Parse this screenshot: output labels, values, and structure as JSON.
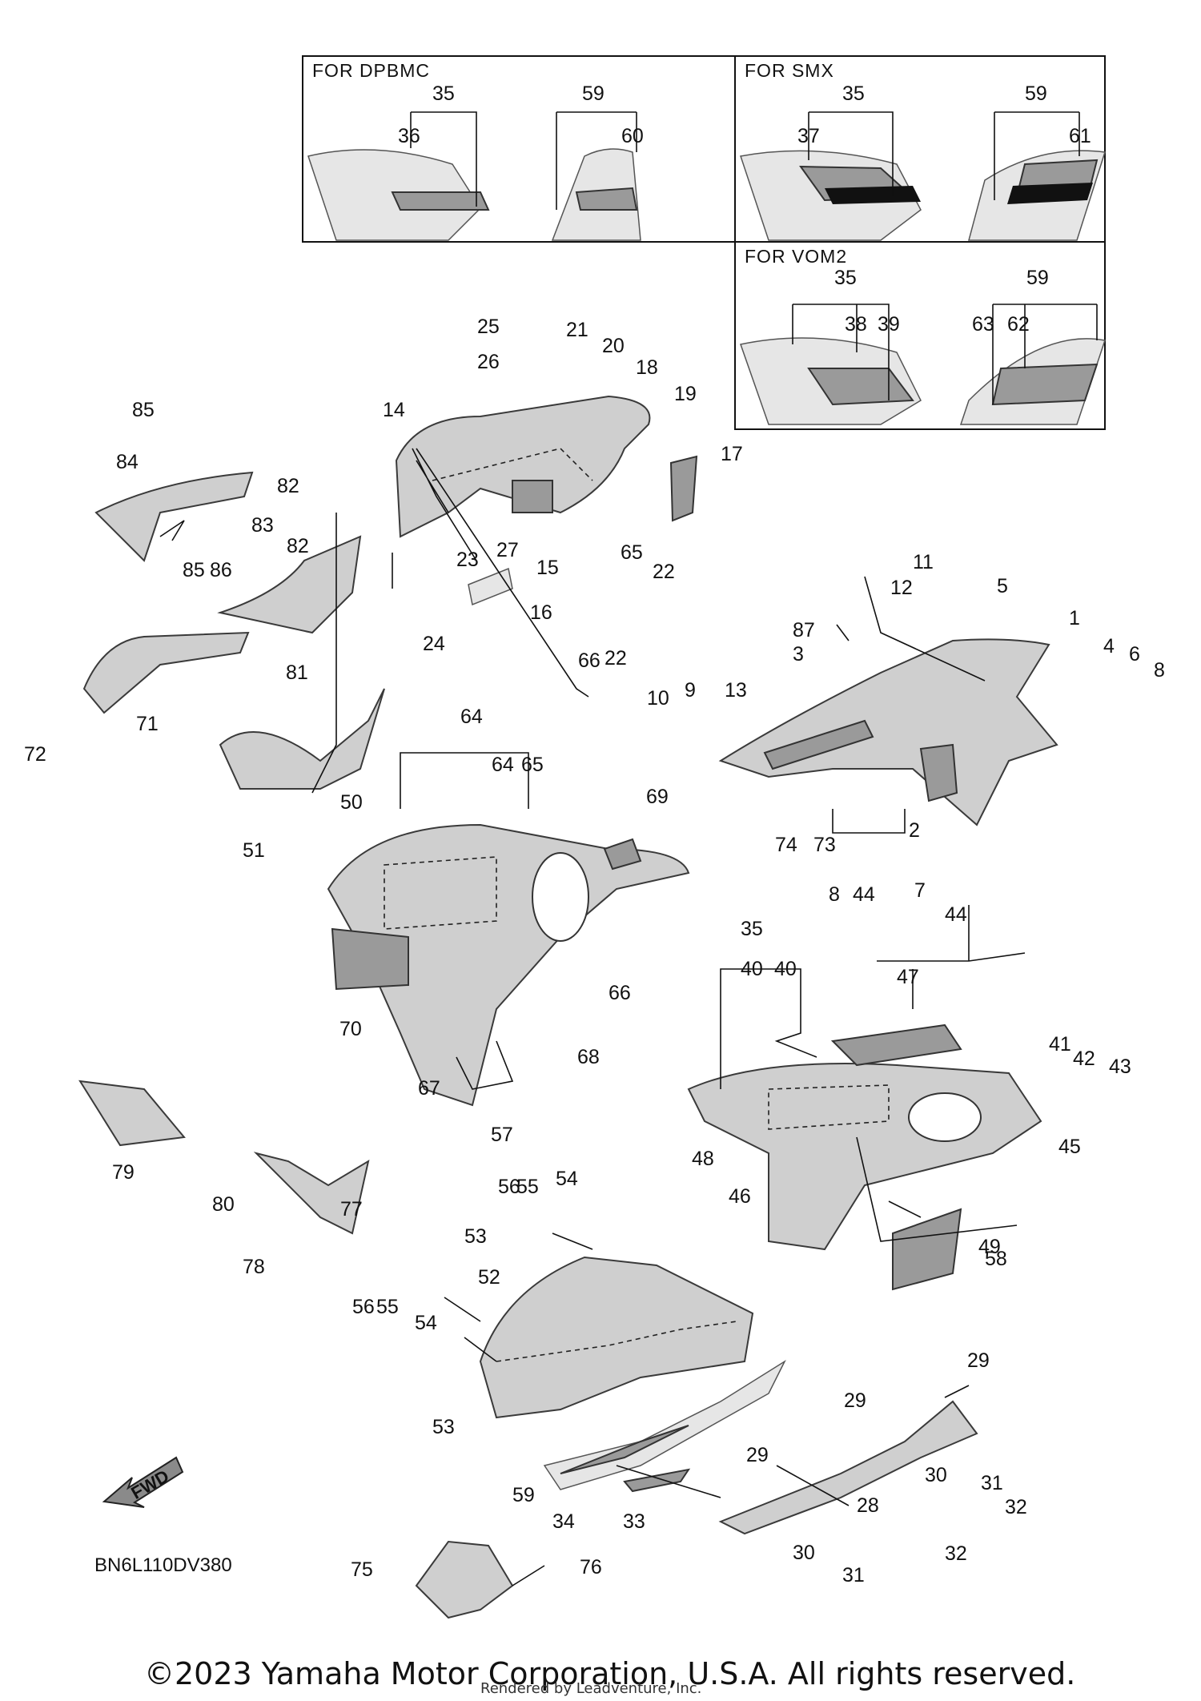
{
  "diagram_code": "BN6L110DV380",
  "fwd_label": "FWD",
  "variant_boxes": [
    {
      "title": "FOR  DPBMC",
      "numbers": [
        "35",
        "36",
        "59",
        "60"
      ]
    },
    {
      "title": "FOR  SMX",
      "numbers": [
        "35",
        "37",
        "59",
        "61"
      ]
    },
    {
      "title": "FOR  VOM2",
      "numbers": [
        "35",
        "38",
        "39",
        "59",
        "63",
        "62"
      ]
    }
  ],
  "callouts": [
    "1",
    "2",
    "3",
    "4",
    "5",
    "6",
    "7",
    "8",
    "8",
    "9",
    "10",
    "11",
    "12",
    "13",
    "14",
    "15",
    "16",
    "17",
    "18",
    "19",
    "20",
    "21",
    "22",
    "22",
    "23",
    "24",
    "25",
    "26",
    "27",
    "28",
    "29",
    "29",
    "29",
    "30",
    "30",
    "31",
    "31",
    "32",
    "32",
    "33",
    "34",
    "35",
    "40",
    "40",
    "41",
    "42",
    "43",
    "44",
    "44",
    "45",
    "46",
    "47",
    "48",
    "49",
    "50",
    "51",
    "52",
    "53",
    "53",
    "54",
    "54",
    "55",
    "55",
    "56",
    "56",
    "57",
    "58",
    "59",
    "64",
    "64",
    "65",
    "65",
    "66",
    "66",
    "67",
    "68",
    "69",
    "70",
    "71",
    "72",
    "73",
    "74",
    "75",
    "76",
    "77",
    "78",
    "79",
    "80",
    "81",
    "82",
    "82",
    "83",
    "84",
    "85",
    "85",
    "86",
    "87"
  ],
  "footer": {
    "copyright": "©2023 Yamaha Motor Corporation, U.S.A. All rights reserved.",
    "rendered_by": "Rendered by Leadventure, Inc."
  },
  "colors": {
    "line": "#111111",
    "part_fill": "#cfcfcf",
    "part_dark": "#9a9a9a",
    "background": "#ffffff"
  }
}
